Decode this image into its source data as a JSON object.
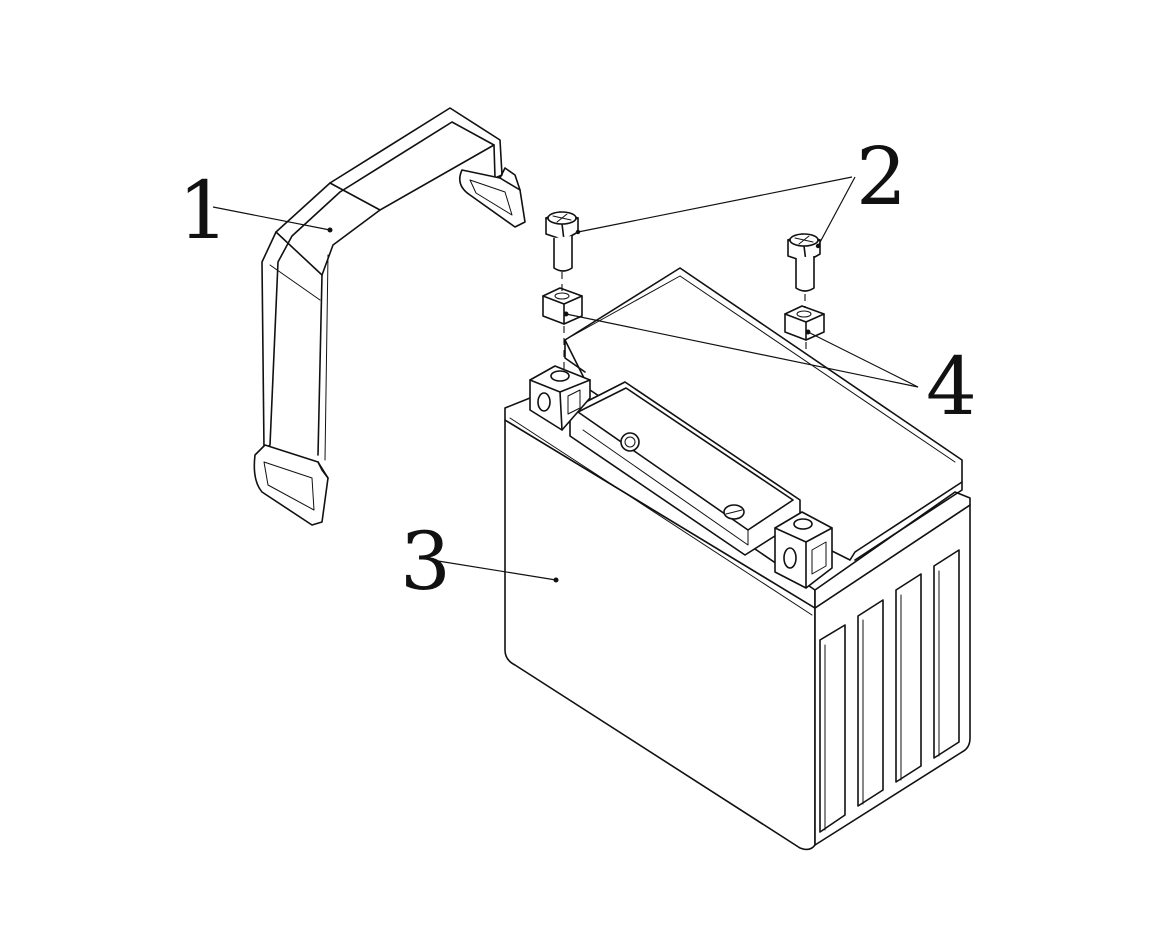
{
  "callouts": [
    {
      "id": "strap",
      "label": "1"
    },
    {
      "id": "bolt",
      "label": "2"
    },
    {
      "id": "battery",
      "label": "3"
    },
    {
      "id": "nut",
      "label": "4"
    }
  ]
}
